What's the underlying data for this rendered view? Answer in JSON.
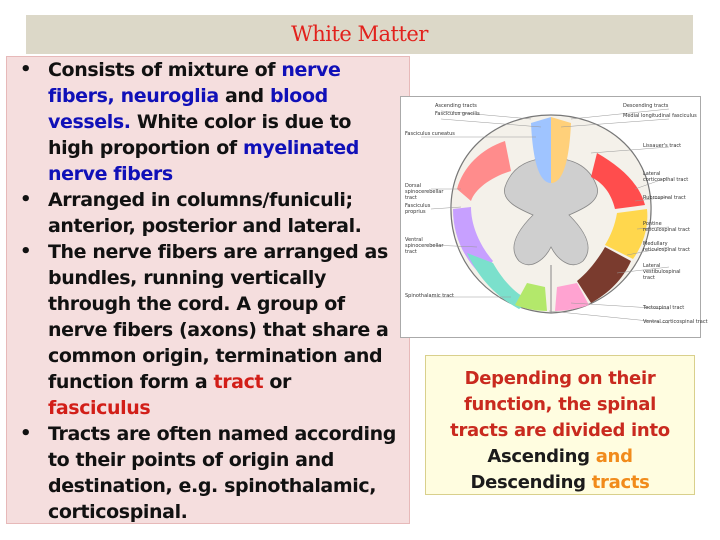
{
  "slide": {
    "title": "White Matter",
    "bullets": [
      {
        "segments": [
          {
            "text": "Consists of mixture of ",
            "color": "dark"
          },
          {
            "text": "nerve fibers, neuroglia",
            "color": "blue"
          },
          {
            "text": " and ",
            "color": "dark"
          },
          {
            "text": "blood vessels.",
            "color": "blue"
          },
          {
            "text": " White color is due to high proportion of ",
            "color": "dark"
          },
          {
            "text": "myelinated nerve fibers",
            "color": "blue"
          }
        ]
      },
      {
        "segments": [
          {
            "text": "Arranged in columns/funiculi; anterior, posterior and lateral.",
            "color": "dark"
          }
        ]
      },
      {
        "segments": [
          {
            "text": "The nerve fibers are arranged as bundles, running vertically through the cord. A group of nerve fibers (axons) that share a common origin, termination and function form a ",
            "color": "dark"
          },
          {
            "text": "tract",
            "color": "red"
          },
          {
            "text": " or ",
            "color": "dark"
          },
          {
            "text": "fasciculus",
            "color": "red"
          }
        ]
      },
      {
        "segments": [
          {
            "text": "Tracts are often named according to their points of origin and destination, e.g. spinothalamic, corticospinal.",
            "color": "dark"
          }
        ]
      }
    ],
    "figure": {
      "left_labels": [
        "Ascending tracts",
        "Fasciculus gracilis",
        "Fasciculus cuneatus",
        "Dorsal spinocerebellar tract",
        "Fasciculus proprius",
        "Ventral spinocerebellar tract",
        "Spinothalamic tract"
      ],
      "right_labels": [
        "Descending tracts",
        "Medial longitudinal fasciculus",
        "Lissauer's tract",
        "Lateral corticospinal tract",
        "Rubrospinal tract",
        "Pontine reticulospinal tract",
        "Medullary reticulospinal tract",
        "Lateral vestibulospinal tract",
        "Tectospinal tract",
        "Ventral corticospinal tract"
      ]
    },
    "callout": {
      "line1": "Depending on their",
      "line2": "function, the spinal",
      "line3": "tracts are divided into",
      "line4_a": "Ascending",
      "line4_b": "and",
      "line5_a": "Descending",
      "line5_b": "tracts"
    },
    "colors": {
      "title": "#e2211c",
      "blue": "#1010b8",
      "red": "#d21e18",
      "callout_orange": "#f18b1b",
      "callout_red": "#c92a1f"
    }
  }
}
